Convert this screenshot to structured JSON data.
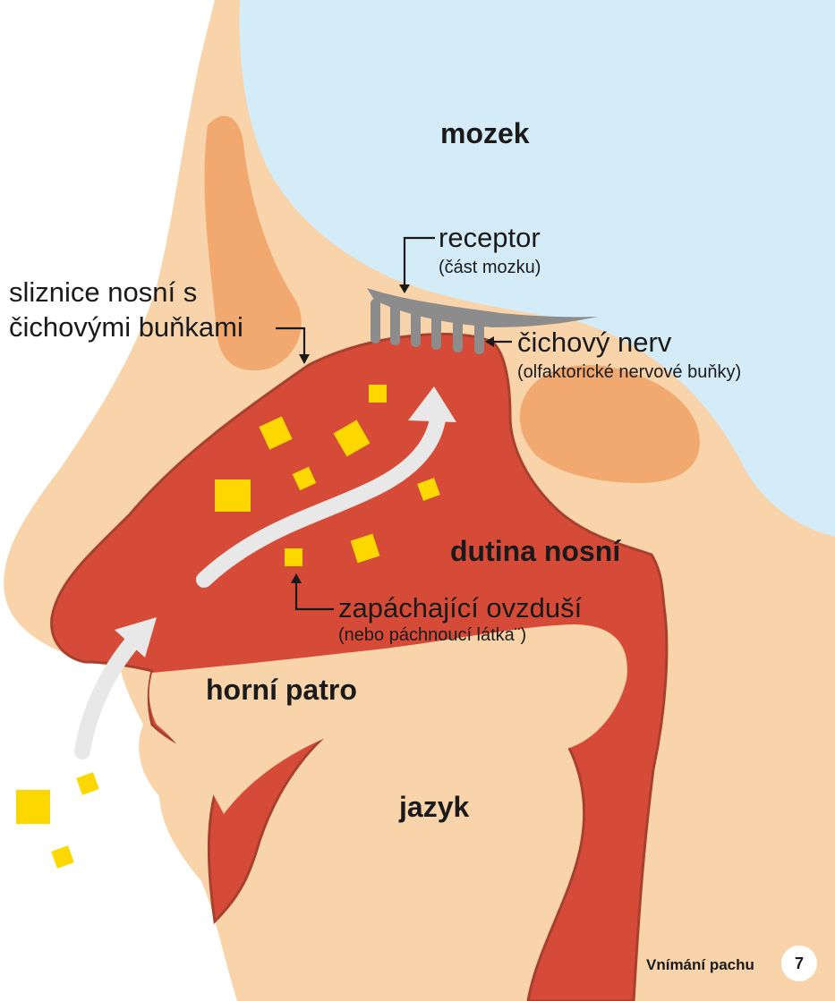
{
  "colors": {
    "skin": "#f9d3a9",
    "skin_dark": "#f2a96f",
    "brain": "#d4ebf8",
    "cavity": "#d64b37",
    "cavity_outline": "#a8402f",
    "arrow": "#e8e8e8",
    "particle": "#fcd800",
    "receptor": "#8c8c8c"
  },
  "labels": {
    "brain": "mozek",
    "receptor": "receptor",
    "receptor_sub": "(část mozku)",
    "mucosa_line1": "sliznice nosní s",
    "mucosa_line2": "čichovými buňkami",
    "nerve": "čichový nerv",
    "nerve_sub": "(olfaktorické nervové buňky)",
    "nasal_cavity": "dutina nosní",
    "odor_air": "zapáchající ovzduší",
    "odor_air_sub": "(nebo páchnoucí látka¨)",
    "palate": "horní patro",
    "tongue": "jazyk"
  },
  "footer": {
    "title": "Vnímání pachu",
    "page": "7"
  }
}
